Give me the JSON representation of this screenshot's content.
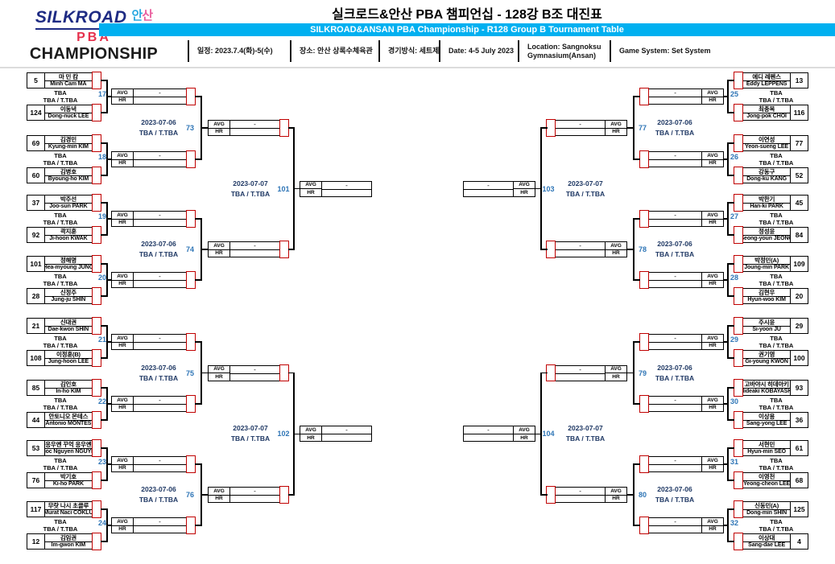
{
  "header": {
    "logo": {
      "silkroad": "SILKROAD",
      "ansan_char1": "안",
      "ansan_char2": "산",
      "pba": "PBA",
      "championship": "CHAMPIONSHIP"
    },
    "title_ko": "실크로드&안산 PBA 챔피언십 - 128강 B조 대진표",
    "subtitle_en": "SILKROAD&ANSAN PBA Championship - R128 Group B Tournament Table",
    "info": {
      "schedule": "일정: 2023.7.4(화)-5(수)",
      "venue": "장소: 안산 상록수체육관",
      "format": "경기방식: 세트제",
      "date": "Date: 4-5 July 2023",
      "location_line1": "Location: Sangnoksu",
      "location_line2": "Gymnasium(Ansan)",
      "system": "Game System: Set System"
    }
  },
  "labels": {
    "avg": "AVG",
    "hr": "HR",
    "dash": "-",
    "tba": "TBA",
    "tba2": "TBA / T.TBA"
  },
  "colors": {
    "bar_blue": "#00b0f0",
    "bracket_red": "#c00000",
    "match_number_blue": "#2e75b6",
    "date_navy": "#1f3864",
    "silkroad_blue": "#1e2b83",
    "pba_red": "#e5304c",
    "ansan_blue": "#29a8e0",
    "ansan_pink": "#ea5f9e"
  },
  "bracket": {
    "round1_left": [
      {
        "match_no": "17",
        "p1": {
          "seed": "5",
          "ko": "마 민 캄",
          "en": "Minh Cam MA"
        },
        "p2": {
          "seed": "124",
          "ko": "이동녁",
          "en": "Dong-nuck LEE"
        }
      },
      {
        "match_no": "18",
        "p1": {
          "seed": "69",
          "ko": "김경민",
          "en": "Kyung-min KIM"
        },
        "p2": {
          "seed": "60",
          "ko": "김병호",
          "en": "Byoung-ho KIM"
        }
      },
      {
        "match_no": "19",
        "p1": {
          "seed": "37",
          "ko": "박주선",
          "en": "Joo-sun PARK"
        },
        "p2": {
          "seed": "92",
          "ko": "곽지훈",
          "en": "Ji-hoon KWAK"
        }
      },
      {
        "match_no": "20",
        "p1": {
          "seed": "101",
          "ko": "정해명",
          "en": "Hea-myoung JUNG"
        },
        "p2": {
          "seed": "28",
          "ko": "신정주",
          "en": "Jung-ju SHIN"
        }
      },
      {
        "match_no": "21",
        "p1": {
          "seed": "21",
          "ko": "신대권",
          "en": "Dae-kwon SHIN"
        },
        "p2": {
          "seed": "108",
          "ko": "이정훈(B)",
          "en": "Jung-hoon LEE"
        }
      },
      {
        "match_no": "22",
        "p1": {
          "seed": "85",
          "ko": "김인호",
          "en": "In-ho KIM"
        },
        "p2": {
          "seed": "44",
          "ko": "안토니오 몬테스",
          "en": "Antonio MONTES"
        }
      },
      {
        "match_no": "23",
        "p1": {
          "seed": "53",
          "ko": "응우옌 꾸억 응우옌",
          "en": "Quoc Nguyen NGUYEN"
        },
        "p2": {
          "seed": "76",
          "ko": "박기호",
          "en": "Ki-ho PARK"
        }
      },
      {
        "match_no": "24",
        "p1": {
          "seed": "117",
          "ko": "무랏 나시 초클루",
          "en": "Murat Naci COKLU"
        },
        "p2": {
          "seed": "12",
          "ko": "김임권",
          "en": "Im-gwon KIM"
        }
      }
    ],
    "round1_right": [
      {
        "match_no": "25",
        "p1": {
          "seed": "13",
          "ko": "에디 레펜스",
          "en": "Eddy LEPPENS"
        },
        "p2": {
          "seed": "116",
          "ko": "최종복",
          "en": "Jong-pok CHOI"
        }
      },
      {
        "match_no": "26",
        "p1": {
          "seed": "77",
          "ko": "이연성",
          "en": "Yeon-sueng LEE"
        },
        "p2": {
          "seed": "52",
          "ko": "강동구",
          "en": "Dong-ku KANG"
        }
      },
      {
        "match_no": "27",
        "p1": {
          "seed": "45",
          "ko": "박한기",
          "en": "Han-ki PARK"
        },
        "p2": {
          "seed": "84",
          "ko": "정성윤",
          "en": "Seong-youn JEONG"
        }
      },
      {
        "match_no": "28",
        "p1": {
          "seed": "109",
          "ko": "박정민(A)",
          "en": "Joung-min PARK"
        },
        "p2": {
          "seed": "20",
          "ko": "김현우",
          "en": "Hyun-woo KIM"
        }
      },
      {
        "match_no": "29",
        "p1": {
          "seed": "29",
          "ko": "주시윤",
          "en": "Si-yoon JU"
        },
        "p2": {
          "seed": "100",
          "ko": "권기영",
          "en": "Gi-young KWON"
        }
      },
      {
        "match_no": "30",
        "p1": {
          "seed": "93",
          "ko": "고바야시 히데아키",
          "en": "Hideaki KOBAYASHI"
        },
        "p2": {
          "seed": "36",
          "ko": "이상용",
          "en": "Sang-yong LEE"
        }
      },
      {
        "match_no": "31",
        "p1": {
          "seed": "61",
          "ko": "서현민",
          "en": "Hyun-min SEO"
        },
        "p2": {
          "seed": "68",
          "ko": "이영천",
          "en": "Yeong-cheon LEE"
        }
      },
      {
        "match_no": "32",
        "p1": {
          "seed": "125",
          "ko": "신동민(A)",
          "en": "Dong-min SHIN"
        },
        "p2": {
          "seed": "4",
          "ko": "이상대",
          "en": "Sang-dae LEE"
        }
      }
    ],
    "round2_left": [
      {
        "match_no": "73",
        "date": "2023-07-06",
        "slot": "TBA / T.TBA"
      },
      {
        "match_no": "74",
        "date": "2023-07-06",
        "slot": "TBA / T.TBA"
      },
      {
        "match_no": "75",
        "date": "2023-07-06",
        "slot": "TBA / T.TBA"
      },
      {
        "match_no": "76",
        "date": "2023-07-06",
        "slot": "TBA / T.TBA"
      }
    ],
    "round2_right": [
      {
        "match_no": "77",
        "date": "2023-07-06",
        "slot": "TBA / T.TBA"
      },
      {
        "match_no": "78",
        "date": "2023-07-06",
        "slot": "TBA / T.TBA"
      },
      {
        "match_no": "79",
        "date": "2023-07-06",
        "slot": "TBA / T.TBA"
      },
      {
        "match_no": "80",
        "date": "2023-07-06",
        "slot": "TBA / T.TBA"
      }
    ],
    "round3_left": [
      {
        "match_no": "101",
        "date": "2023-07-07",
        "slot": "TBA / T.TBA"
      },
      {
        "match_no": "102",
        "date": "2023-07-07",
        "slot": "TBA / T.TBA"
      }
    ],
    "round3_right": [
      {
        "match_no": "103",
        "date": "2023-07-07",
        "slot": "TBA / T.TBA"
      },
      {
        "match_no": "104",
        "date": "2023-07-07",
        "slot": "TBA / T.TBA"
      }
    ]
  }
}
